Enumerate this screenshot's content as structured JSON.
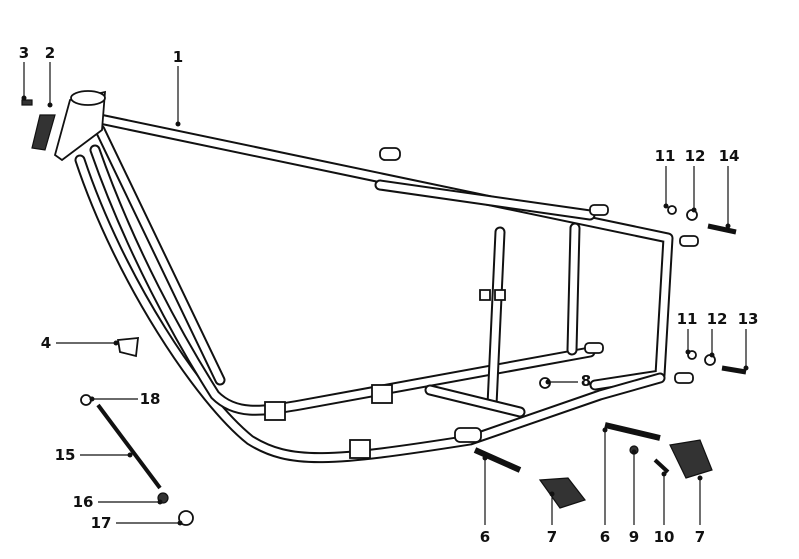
{
  "diagram": {
    "callouts": [
      {
        "id": "c3",
        "label": "3"
      },
      {
        "id": "c2",
        "label": "2"
      },
      {
        "id": "c1",
        "label": "1"
      },
      {
        "id": "c11a",
        "label": "11"
      },
      {
        "id": "c12a",
        "label": "12"
      },
      {
        "id": "c14",
        "label": "14"
      },
      {
        "id": "c4",
        "label": "4"
      },
      {
        "id": "c11b",
        "label": "11"
      },
      {
        "id": "c12b",
        "label": "12"
      },
      {
        "id": "c13",
        "label": "13"
      },
      {
        "id": "c8",
        "label": "8"
      },
      {
        "id": "c18",
        "label": "18"
      },
      {
        "id": "c15",
        "label": "15"
      },
      {
        "id": "c16",
        "label": "16"
      },
      {
        "id": "c17",
        "label": "17"
      },
      {
        "id": "c6a",
        "label": "6"
      },
      {
        "id": "c7a",
        "label": "7"
      },
      {
        "id": "c6b",
        "label": "6"
      },
      {
        "id": "c9",
        "label": "9"
      },
      {
        "id": "c10",
        "label": "10"
      },
      {
        "id": "c7b",
        "label": "7"
      }
    ]
  }
}
